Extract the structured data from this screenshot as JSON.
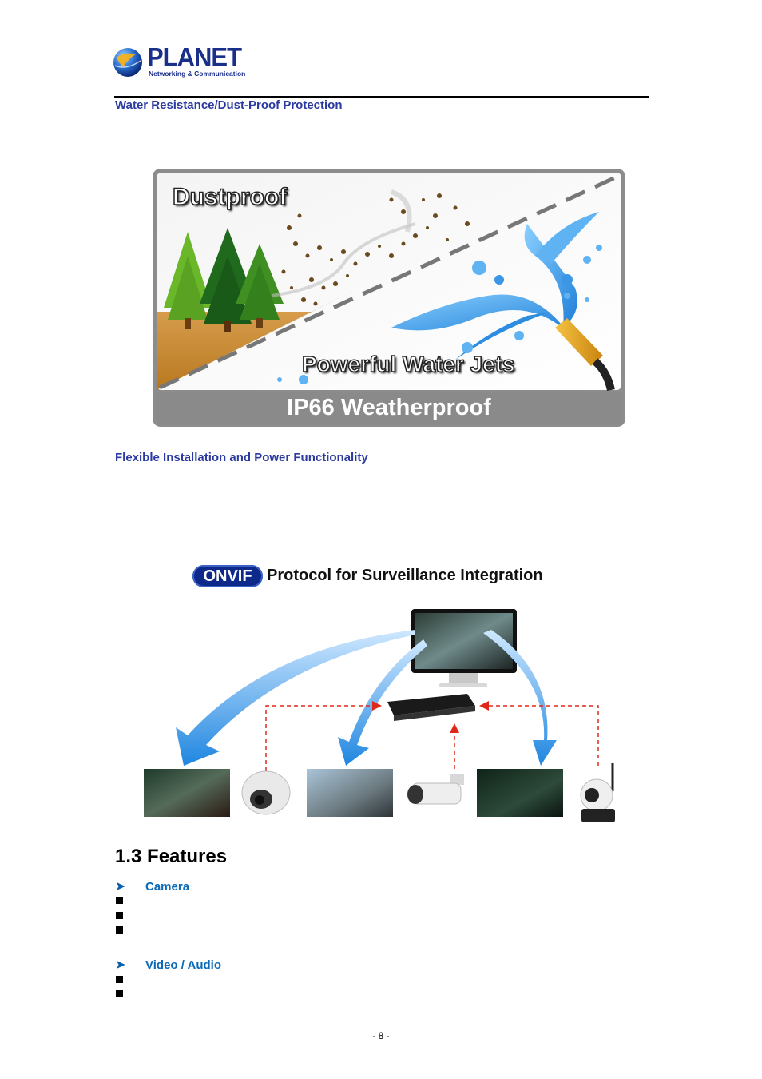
{
  "header": {
    "brand": "PLANET",
    "tagline": "Networking & Communication"
  },
  "sections": {
    "water_resistance": "Water Resistance/Dust-Proof Protection",
    "flexible_installation": "Flexible Installation and Power Functionality"
  },
  "ip66_figure": {
    "dustproof_label": "Dustproof",
    "water_jets_label": "Powerful Water Jets",
    "banner_label": "IP66 Weatherproof"
  },
  "onvif_figure": {
    "badge": "ONVIF",
    "caption": "Protocol for Surveillance Integration"
  },
  "features": {
    "title": "1.3 Features",
    "groups": [
      {
        "label": "Camera",
        "bullets": 3
      },
      {
        "label": "Video / Audio",
        "bullets": 2
      }
    ]
  },
  "footer": {
    "page_number": "- 8 -"
  },
  "colors": {
    "heading_blue": "#2b3aa0",
    "subheading_blue": "#0b6bb8",
    "onvif_navy": "#0d2a8a"
  }
}
